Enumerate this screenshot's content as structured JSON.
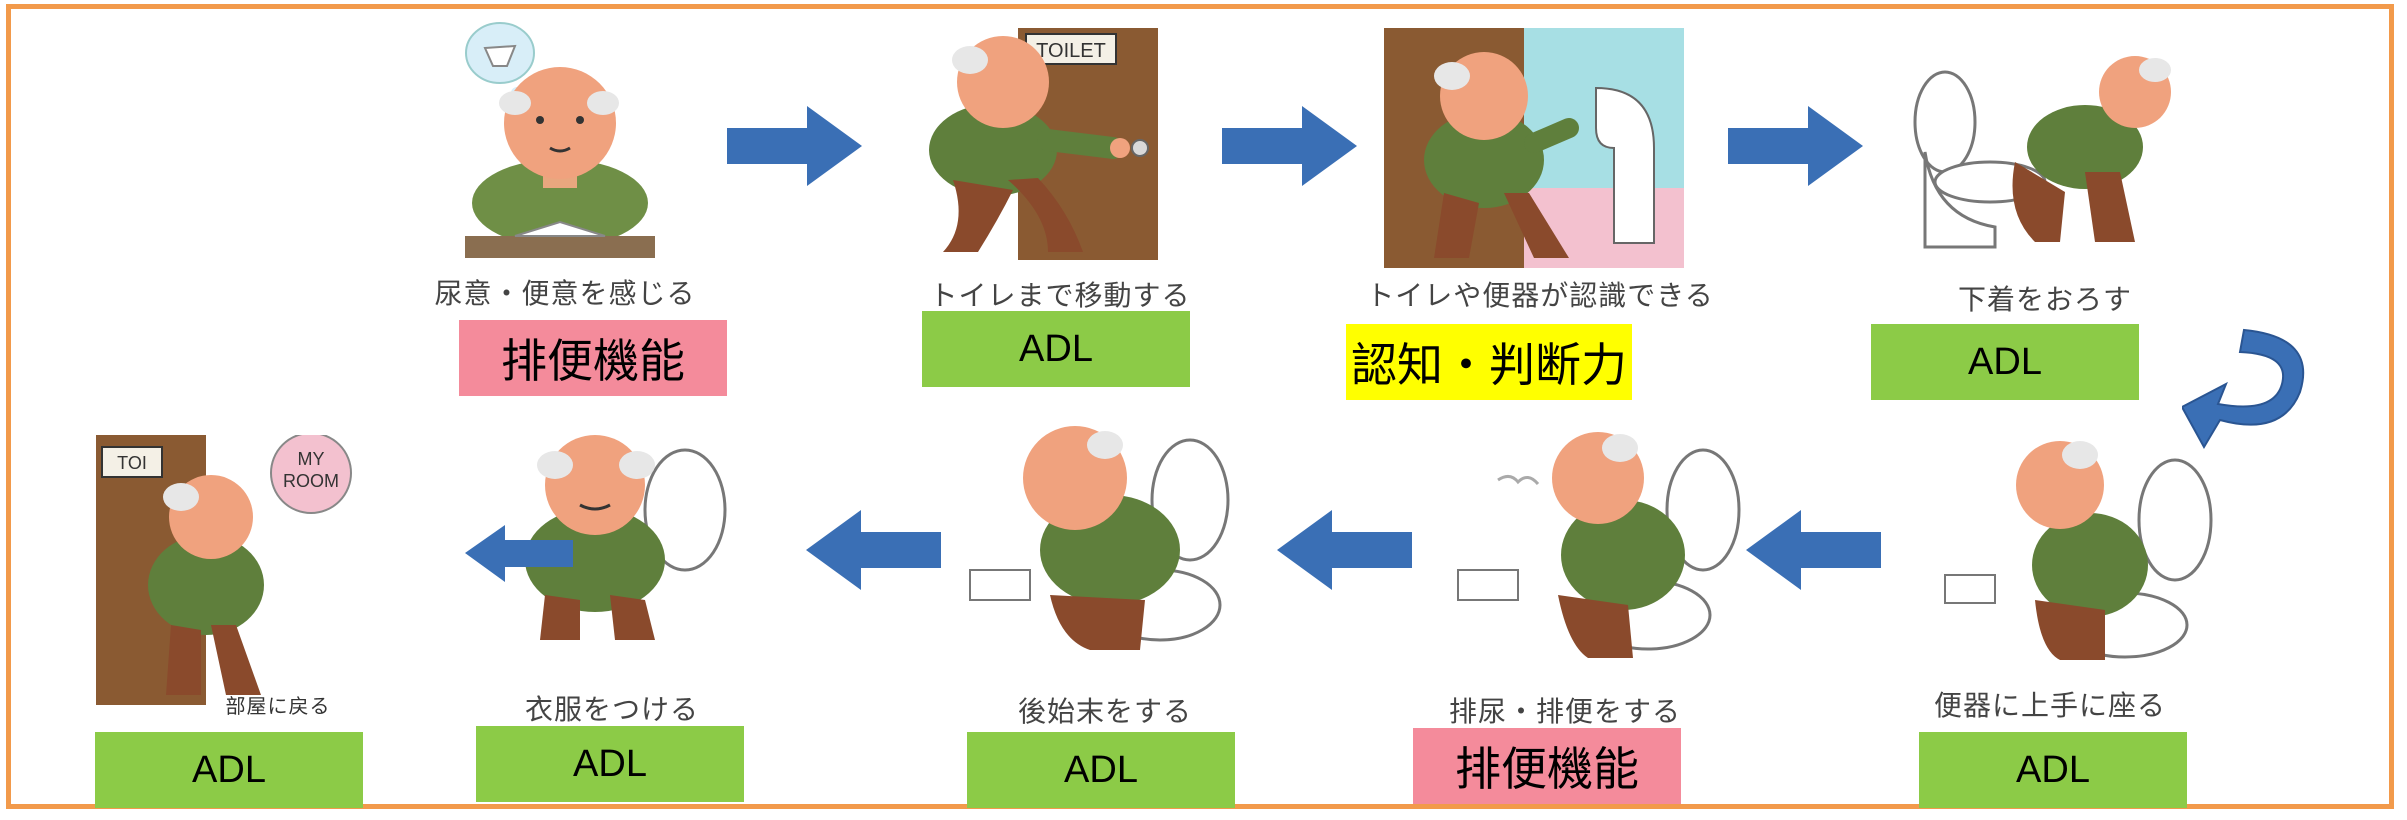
{
  "colors": {
    "frame": "#f29a4b",
    "adl": "#8ccb47",
    "function": "#f48b9b",
    "cognition": "#ffff00",
    "arrow": "#3a6fb5"
  },
  "steps": [
    {
      "caption": "尿意・便意を感じる",
      "badge": "排便機能",
      "badge_type": "function"
    },
    {
      "caption": "トイレまで移動する",
      "badge": "ADL",
      "badge_type": "adl"
    },
    {
      "caption": "トイレや便器が認識できる",
      "badge": "認知・判断力",
      "badge_type": "cognition"
    },
    {
      "caption": "下着をおろす",
      "badge": "ADL",
      "badge_type": "adl"
    },
    {
      "caption": "便器に上手に座る",
      "badge": "ADL",
      "badge_type": "adl"
    },
    {
      "caption": "排尿・排便をする",
      "badge": "排便機能",
      "badge_type": "function"
    },
    {
      "caption": "後始末をする",
      "badge": "ADL",
      "badge_type": "adl"
    },
    {
      "caption": "衣服をつける",
      "badge": "ADL",
      "badge_type": "adl"
    },
    {
      "caption": "部屋に戻る",
      "badge": "ADL",
      "badge_type": "adl"
    }
  ],
  "illustration_text": {
    "toilet_sign": "TOILET",
    "room_sign_1": "MY",
    "room_sign_2": "ROOM",
    "toi_sign": "TOI"
  }
}
